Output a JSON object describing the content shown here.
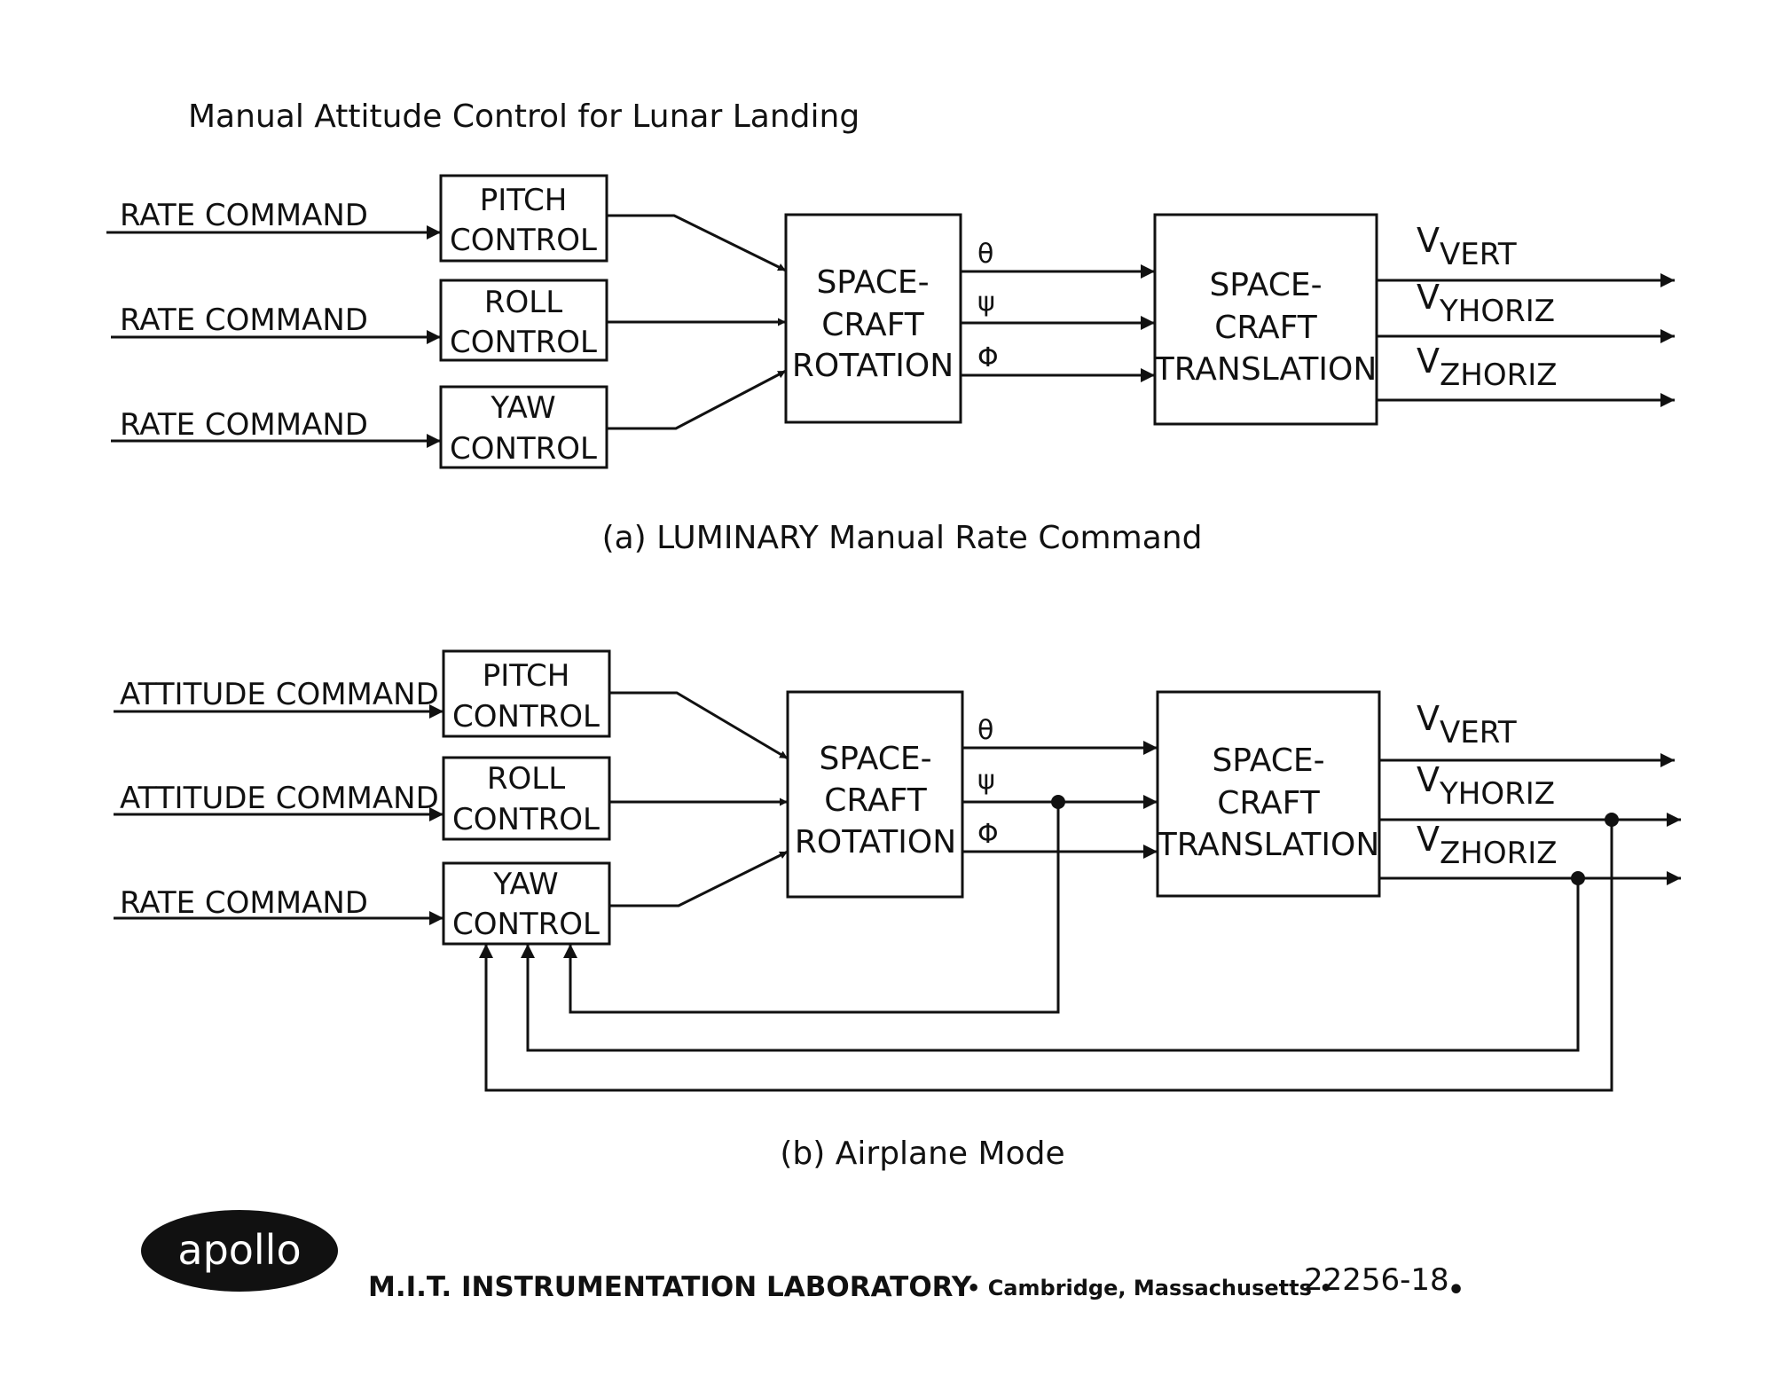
{
  "title": "Manual Attitude Control for Lunar Landing",
  "diagram_a": {
    "inputs": [
      "RATE COMMAND",
      "RATE COMMAND",
      "RATE COMMAND"
    ],
    "controls": [
      {
        "line1": "PITCH",
        "line2": "CONTROL"
      },
      {
        "line1": "ROLL",
        "line2": "CONTROL"
      },
      {
        "line1": "YAW",
        "line2": "CONTROL"
      }
    ],
    "rotation": {
      "line1": "SPACE-",
      "line2": "CRAFT",
      "line3": "ROTATION"
    },
    "angles": [
      "θ",
      "ψ",
      "Φ"
    ],
    "translation": {
      "line1": "SPACE-",
      "line2": "CRAFT",
      "line3": "TRANSLATION"
    },
    "outputs": [
      {
        "base": "V",
        "sub": "VERT"
      },
      {
        "base": "V",
        "sub": "YHORIZ"
      },
      {
        "base": "V",
        "sub": "ZHORIZ"
      }
    ],
    "caption": "(a) LUMINARY Manual Rate Command"
  },
  "diagram_b": {
    "inputs": [
      "ATTITUDE COMMAND",
      "ATTITUDE COMMAND",
      "RATE COMMAND"
    ],
    "controls": [
      {
        "line1": "PITCH",
        "line2": "CONTROL"
      },
      {
        "line1": "ROLL",
        "line2": "CONTROL"
      },
      {
        "line1": "YAW",
        "line2": "CONTROL"
      }
    ],
    "rotation": {
      "line1": "SPACE-",
      "line2": "CRAFT",
      "line3": "ROTATION"
    },
    "angles": [
      "θ",
      "ψ",
      "Φ"
    ],
    "translation": {
      "line1": "SPACE-",
      "line2": "CRAFT",
      "line3": "TRANSLATION"
    },
    "outputs": [
      {
        "base": "V",
        "sub": "VERT"
      },
      {
        "base": "V",
        "sub": "YHORIZ"
      },
      {
        "base": "V",
        "sub": "ZHORIZ"
      }
    ],
    "caption": "(b) Airplane Mode"
  },
  "footer": {
    "logo_text": "apollo",
    "lab": "M.I.T. INSTRUMENTATION LABORATORY",
    "location": "• Cambridge, Massachusetts •",
    "number": "22256-18",
    "end_dot": "•"
  }
}
